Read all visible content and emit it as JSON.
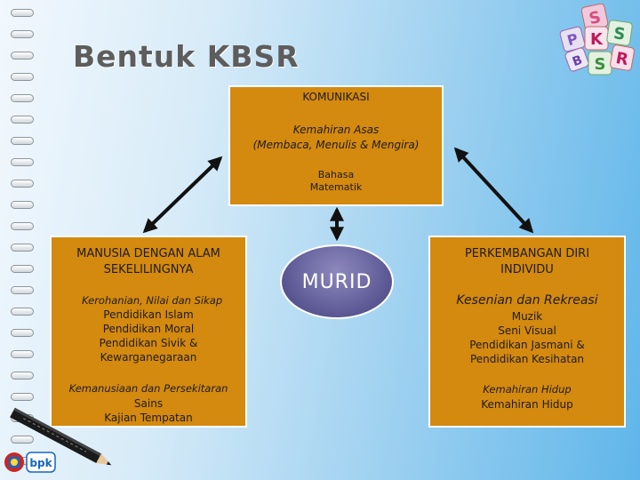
{
  "title": "Bentuk KBSR",
  "top_box": {
    "heading": "KOMUNIKASI",
    "skills_title": "Kemahiran Asas",
    "skills_detail": "(Membaca, Menulis & Mengira)",
    "subjects": [
      "Bahasa",
      "Matematik"
    ]
  },
  "center": {
    "label": "MURID"
  },
  "left_box": {
    "heading_lines": [
      "MANUSIA DENGAN ALAM",
      "SEKELILINGNYA"
    ],
    "group1_title": "Kerohanian, Nilai dan Sikap",
    "group1_items": [
      "Pendidikan Islam",
      "Pendidikan Moral",
      "Pendidikan Sivik &",
      "Kewarganegaraan"
    ],
    "group2_title": "Kemanusiaan dan Persekitaran",
    "group2_items": [
      "Sains",
      "Kajian Tempatan"
    ]
  },
  "right_box": {
    "heading_lines": [
      "PERKEMBANGAN DIRI",
      "INDIVIDU"
    ],
    "group1_title": "Kesenian dan Rekreasi",
    "group1_items": [
      "Muzik",
      "Seni Visual",
      "Pendidikan Jasmani &",
      "Pendidikan Kesihatan"
    ],
    "group2_title": "Kemahiran Hidup",
    "group2_items": [
      "Kemahiran Hidup"
    ]
  },
  "logo_letters": [
    "K",
    "S",
    "S",
    "R",
    "P",
    "B",
    "S"
  ],
  "footer_logo": "bpk",
  "colors": {
    "box": "#d4890f",
    "ellipse": "#5a5692",
    "title": "#5d5d5d"
  },
  "icons": [
    "ring-binder-icon",
    "kssr-cubes-logo-icon",
    "pencil-icon",
    "jata-crest-icon"
  ]
}
